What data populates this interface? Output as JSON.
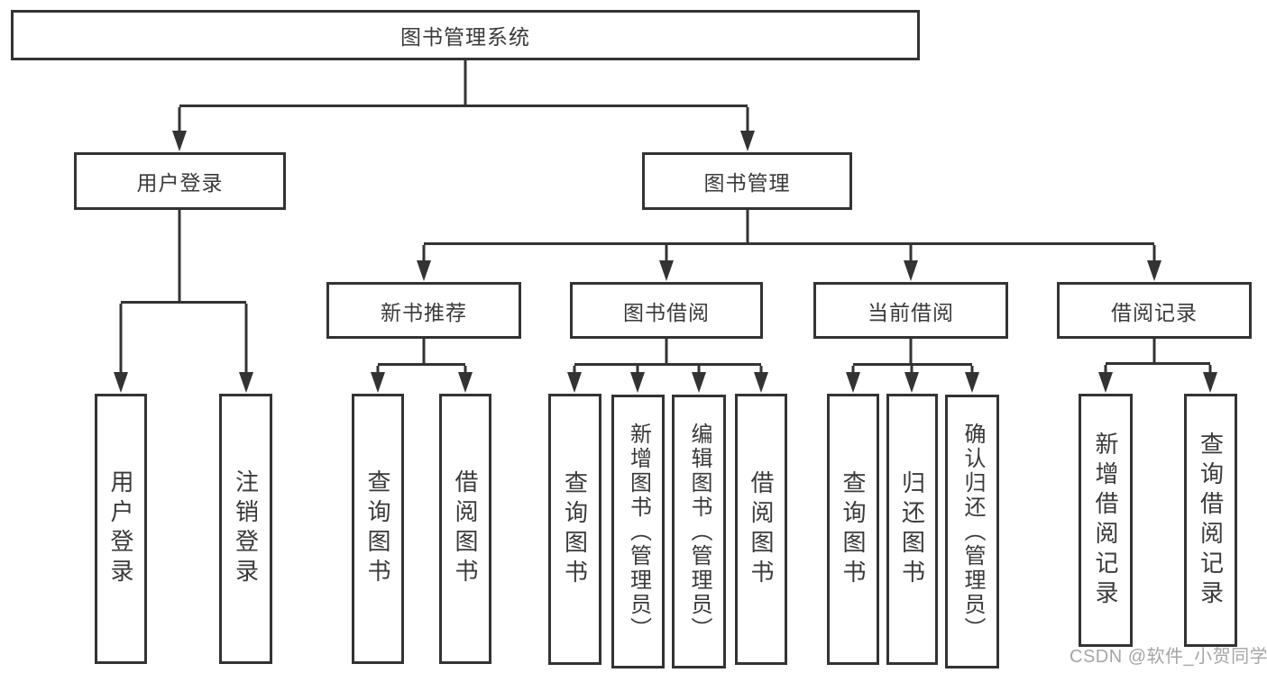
{
  "diagram": {
    "root": {
      "label": "图书管理系统"
    },
    "level2": [
      {
        "label": "用户登录"
      },
      {
        "label": "图书管理"
      }
    ],
    "level3": [
      {
        "label": "新书推荐",
        "parent": "图书管理"
      },
      {
        "label": "图书借阅",
        "parent": "图书管理"
      },
      {
        "label": "当前借阅",
        "parent": "图书管理"
      },
      {
        "label": "借阅记录",
        "parent": "图书管理"
      }
    ],
    "level4": [
      {
        "label": "用户登录",
        "parent": "用户登录"
      },
      {
        "label": "注销登录",
        "parent": "用户登录"
      },
      {
        "label": "查询图书",
        "parent": "新书推荐"
      },
      {
        "label": "借阅图书",
        "parent": "新书推荐"
      },
      {
        "label": "查询图书",
        "parent": "图书借阅"
      },
      {
        "label": "新增图书（管理员）",
        "parent": "图书借阅"
      },
      {
        "label": "编辑图书（管理员）",
        "parent": "图书借阅"
      },
      {
        "label": "借阅图书",
        "parent": "图书借阅"
      },
      {
        "label": "查询图书",
        "parent": "当前借阅"
      },
      {
        "label": "归还图书",
        "parent": "当前借阅"
      },
      {
        "label": "确认归还（管理员）",
        "parent": "当前借阅"
      },
      {
        "label": "新增借阅记录",
        "parent": "借阅记录"
      },
      {
        "label": "查询借阅记录",
        "parent": "借阅记录"
      }
    ]
  },
  "watermark": {
    "text": "CSDN @软件_小贺同学"
  },
  "colors": {
    "line": "#333333",
    "text": "#3a3a3a",
    "watermark": "#9c9c9c",
    "canvas_background": "#ffffff"
  }
}
